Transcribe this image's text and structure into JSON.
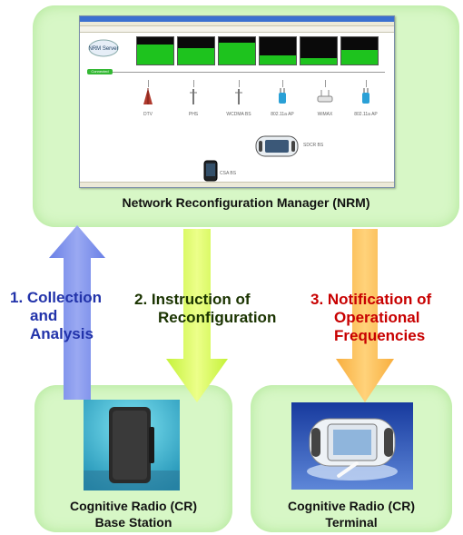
{
  "nrm_panel": {
    "title": "Network Reconfiguration Manager (NRM)",
    "screen": {
      "status": "Connected",
      "logo_label": "NRM Server",
      "devices": [
        {
          "label": "DTV",
          "icon": "tower-icon"
        },
        {
          "label": "PHS",
          "icon": "antenna-icon"
        },
        {
          "label": "WCDMA BS",
          "icon": "antenna-icon"
        },
        {
          "label": "802.11a AP",
          "icon": "access-point-icon"
        },
        {
          "label": "WiMAX",
          "icon": "router-icon"
        },
        {
          "label": "802.11a AP",
          "icon": "access-point-icon"
        }
      ],
      "extra_devices": [
        {
          "label": "SDCR BS",
          "icon": "base-station-icon"
        },
        {
          "label": "CSA BS",
          "icon": "terminal-icon"
        }
      ],
      "graph_levels": [
        0.75,
        0.6,
        0.8,
        0.35,
        0.25,
        0.55
      ]
    }
  },
  "arrows": [
    {
      "number": "1.",
      "text": "Collection and Analysis",
      "lines": [
        "1. Collection",
        "and",
        "Analysis"
      ],
      "color": "#2233aa"
    },
    {
      "number": "2.",
      "text": "Instruction of Reconfiguration",
      "lines": [
        "2. Instruction of",
        "Reconfiguration"
      ],
      "color": "#1a3300"
    },
    {
      "number": "3.",
      "text": "Notification of Operational Frequencies",
      "lines": [
        "3. Notification of",
        "Operational",
        "Frequencies"
      ],
      "color": "#c80000"
    }
  ],
  "base_station": {
    "lines": [
      "Cognitive Radio (CR)",
      "Base Station"
    ]
  },
  "terminal": {
    "lines": [
      "Cognitive Radio (CR)",
      "Terminal"
    ]
  }
}
